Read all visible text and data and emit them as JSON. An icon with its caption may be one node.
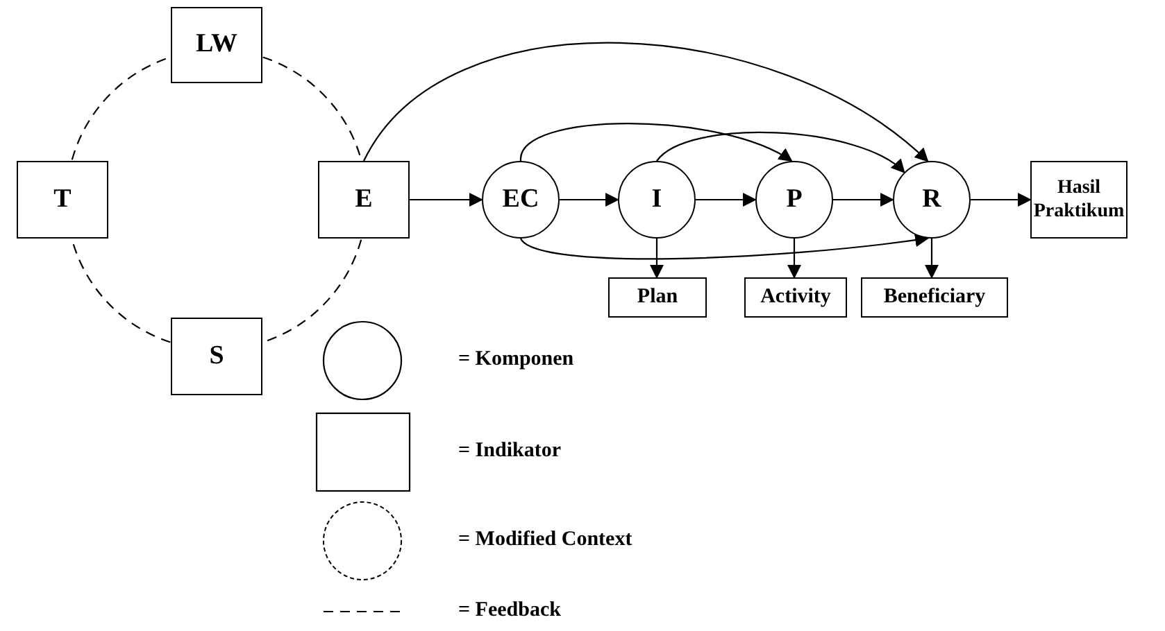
{
  "diagram": {
    "nodes": [
      {
        "text": [
          "LW"
        ]
      },
      {
        "text": [
          "T"
        ]
      },
      {
        "text": [
          "E"
        ]
      },
      {
        "text": [
          "S"
        ]
      },
      {
        "text": [
          "EC"
        ]
      },
      {
        "text": [
          "I"
        ]
      },
      {
        "text": [
          "P"
        ]
      },
      {
        "text": [
          "R"
        ]
      },
      {
        "text": [
          "Hasil Praktikum"
        ]
      },
      {
        "text": [
          "Plan"
        ]
      },
      {
        "text": [
          "Activity"
        ]
      },
      {
        "text": [
          "Beneficiary"
        ]
      }
    ],
    "edges": [
      {
        "from": 2,
        "to": 4,
        "arrow": "to"
      },
      {
        "from": 4,
        "to": 5,
        "arrow": "to"
      },
      {
        "from": 5,
        "to": 6,
        "arrow": "to"
      },
      {
        "from": 6,
        "to": 7,
        "arrow": "to"
      },
      {
        "from": 7,
        "to": 8,
        "arrow": "to"
      },
      {
        "from": 5,
        "to": 9,
        "arrow": "to"
      },
      {
        "from": 6,
        "to": 10,
        "arrow": "to"
      },
      {
        "from": 7,
        "to": 11,
        "arrow": "to"
      },
      {
        "from": 4,
        "to": 6,
        "arrow": "to"
      },
      {
        "from": 5,
        "to": 7,
        "arrow": "to"
      },
      {
        "from": 4,
        "to": 7,
        "arrow": "to"
      },
      {
        "from": 2,
        "to": 7,
        "arrow": "to"
      },
      {
        "from": 0,
        "to": 2,
        "arrow": "none",
        "style": "dashed"
      },
      {
        "from": 2,
        "to": 3,
        "arrow": "none",
        "style": "dashed"
      },
      {
        "from": 3,
        "to": 1,
        "arrow": "none",
        "style": "dashed"
      },
      {
        "from": 1,
        "to": 0,
        "arrow": "none",
        "style": "dashed"
      }
    ],
    "legend": [
      {
        "text": "= Komponen"
      },
      {
        "text": "= Indikator"
      },
      {
        "text": "= Modified Context"
      },
      {
        "text": "= Feedback"
      }
    ]
  }
}
